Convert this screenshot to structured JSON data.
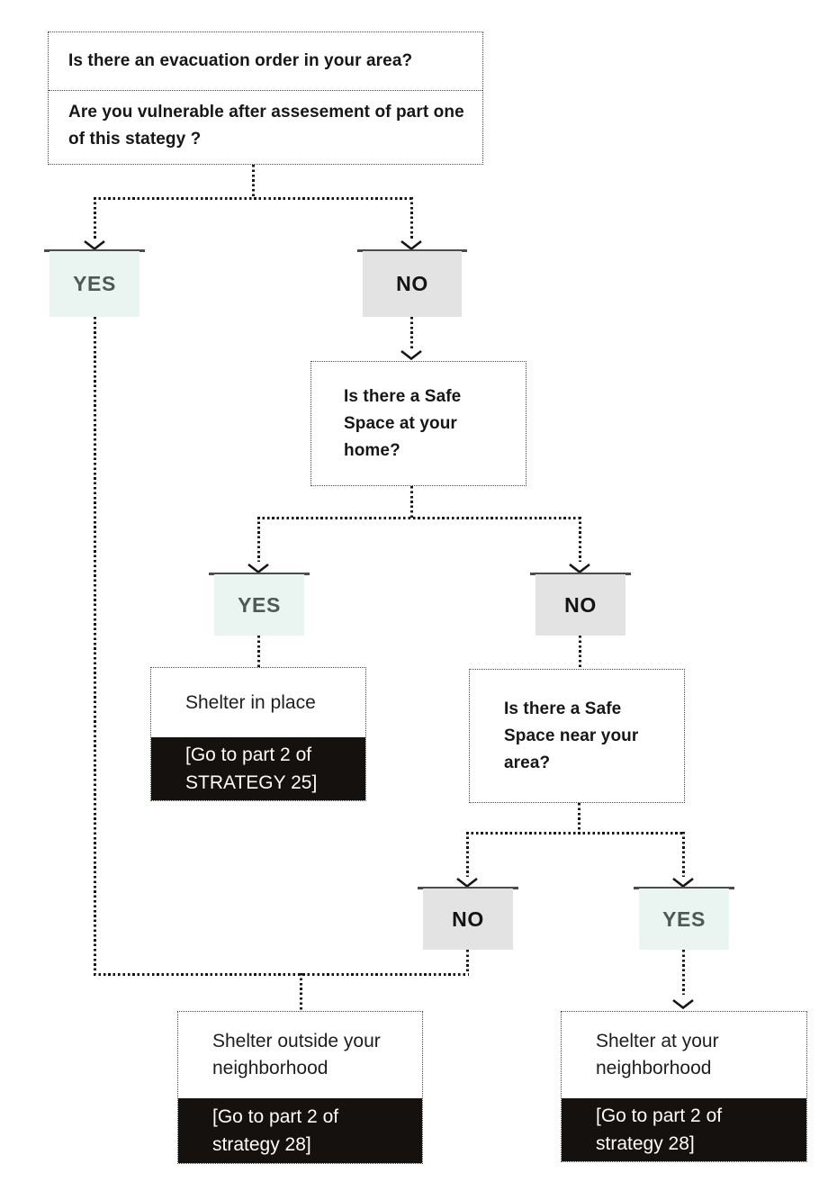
{
  "flowchart": {
    "questions": {
      "evacuation_order": "Is there an evacuation order in your area?",
      "vulnerable": "Are you vulnerable after assesement of part one of this stategy ?",
      "safe_space_home": "Is there a Safe Space at your home?",
      "safe_space_near": "Is there a Safe Space near your area?"
    },
    "labels": {
      "yes": "YES",
      "no": "NO"
    },
    "outcomes": {
      "shelter_in_place": {
        "title": "Shelter in place",
        "action": "[Go to part 2 of STRATEGY 25]"
      },
      "shelter_outside": {
        "title": "Shelter outside your neighborhood",
        "action": "[Go to part 2 of strategy 28]"
      },
      "shelter_at_neighborhood": {
        "title": "Shelter at your neighborhood",
        "action": "[Go to part 2 of strategy 28]"
      }
    },
    "colors": {
      "yes_fill": "#eaf4f1",
      "no_fill": "#e3e3e3",
      "yes_text": "#4d5954",
      "no_text": "#131313",
      "action_fill": "#15110e",
      "action_text": "#ffffff",
      "line": "#161616",
      "top_bar": "#4c4c4c"
    }
  }
}
